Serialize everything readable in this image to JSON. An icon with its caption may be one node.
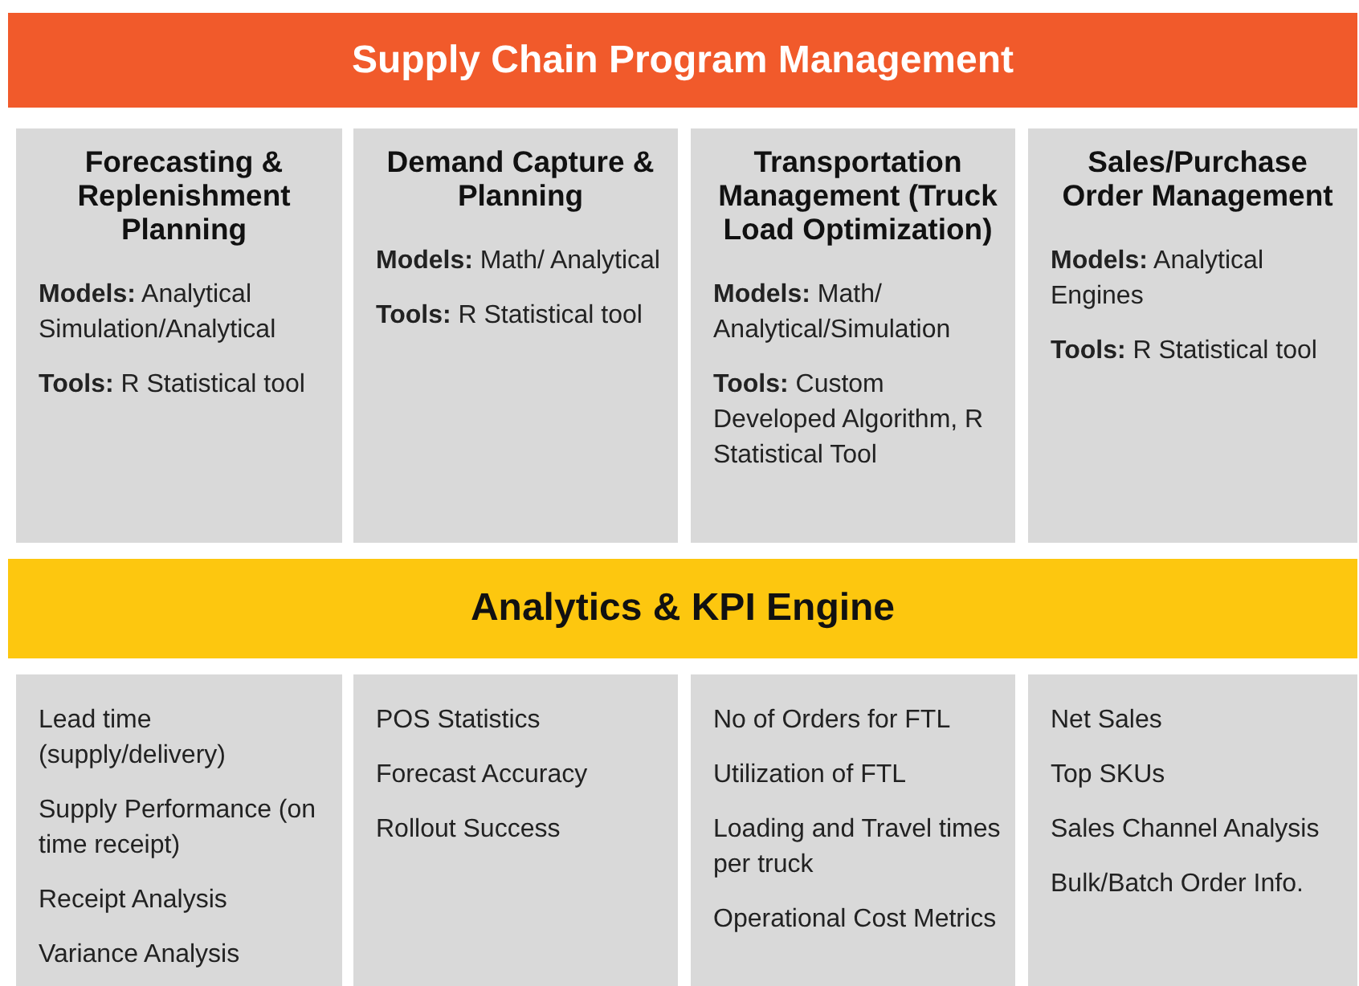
{
  "diagram": {
    "nodes": [
      {
        "text": [
          "Supply Chain Program Management"
        ]
      },
      {
        "text": [
          "Forecasting & Replenishment Planning",
          "**Models:** Analytical Simulation/Analytical",
          "**Tools:** R Statistical tool"
        ]
      },
      {
        "text": [
          "Demand Capture & Planning",
          "**Models:** Math/ Analytical",
          "**Tools:** R Statistical tool"
        ]
      },
      {
        "text": [
          "Transportation Management (Truck Load Optimization)",
          "**Models:** Math/ Analytical/Simulation",
          "**Tools:** Custom Developed Algorithm, R Statistical Tool"
        ]
      },
      {
        "text": [
          "Sales/Purchase Order Management",
          "**Models:** Analytical Engines",
          "**Tools:** R Statistical tool"
        ]
      },
      {
        "text": [
          "Analytics & KPI Engine"
        ]
      },
      {
        "text": [
          "Lead time (supply/delivery)",
          "Supply Performance (on time receipt)",
          "Receipt Analysis",
          "Variance Analysis"
        ]
      },
      {
        "text": [
          "POS Statistics",
          "Forecast Accuracy",
          "Rollout Success"
        ]
      },
      {
        "text": [
          "No of Orders for FTL",
          "Utilization of FTL",
          "Loading and Travel times per truck",
          "Operational Cost Metrics"
        ]
      },
      {
        "text": [
          "Net Sales",
          "Top SKUs",
          "Sales Channel Analysis",
          "Bulk/Batch Order Info."
        ]
      }
    ],
    "edges": []
  }
}
